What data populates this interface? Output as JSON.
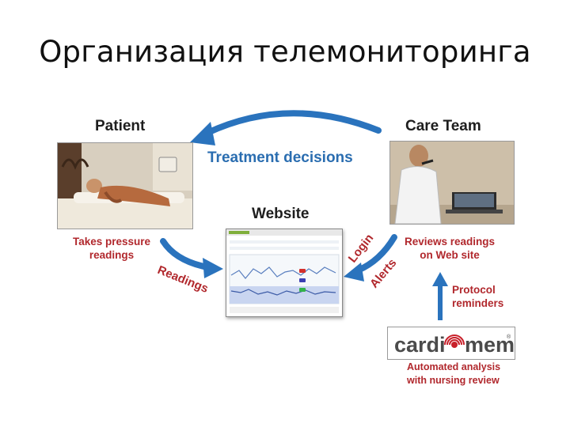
{
  "title": "Организация телемониторинга",
  "labels": {
    "patient": "Patient",
    "care_team": "Care Team",
    "treatment_decisions": "Treatment decisions",
    "website": "Website",
    "takes_pressure_line1": "Takes pressure",
    "takes_pressure_line2": "readings",
    "reviews_line1": "Reviews readings",
    "reviews_line2": "on Web site",
    "protocol_line1": "Protocol",
    "protocol_line2": "reminders",
    "automated_line1": "Automated analysis",
    "automated_line2": "with nursing review",
    "readings_curve": "Readings",
    "login_curve": "Login",
    "alerts_curve": "Alerts"
  },
  "logo": {
    "text_left": "cardi",
    "text_right": "mems",
    "registered": "®"
  },
  "colors": {
    "arrow_blue": "#2a73bd",
    "label_red": "#b1282d",
    "label_blue": "#2a6db0"
  }
}
